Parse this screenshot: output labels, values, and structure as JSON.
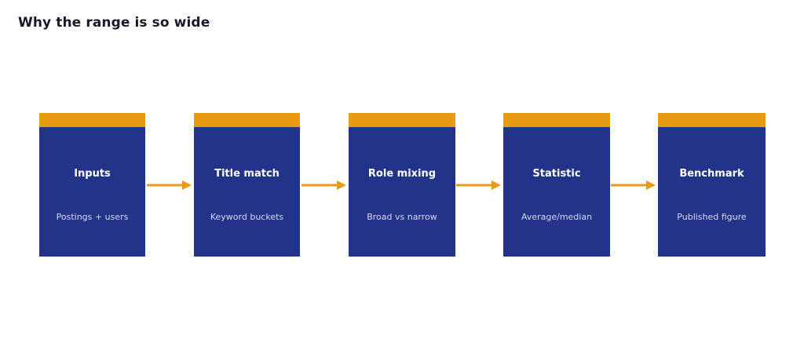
{
  "title": "Why the range is so wide",
  "colors": {
    "box": "#24338a",
    "cap": "#e89a12",
    "arrow": "#e89a12",
    "title_text": "#171a2b",
    "box_title_text": "#ffffff",
    "box_sub_text": "#d6daf0"
  },
  "steps": [
    {
      "title": "Inputs",
      "subtitle": "Postings + users"
    },
    {
      "title": "Title match",
      "subtitle": "Keyword buckets"
    },
    {
      "title": "Role mixing",
      "subtitle": "Broad vs narrow"
    },
    {
      "title": "Statistic",
      "subtitle": "Average/median"
    },
    {
      "title": "Benchmark",
      "subtitle": "Published figure"
    }
  ]
}
